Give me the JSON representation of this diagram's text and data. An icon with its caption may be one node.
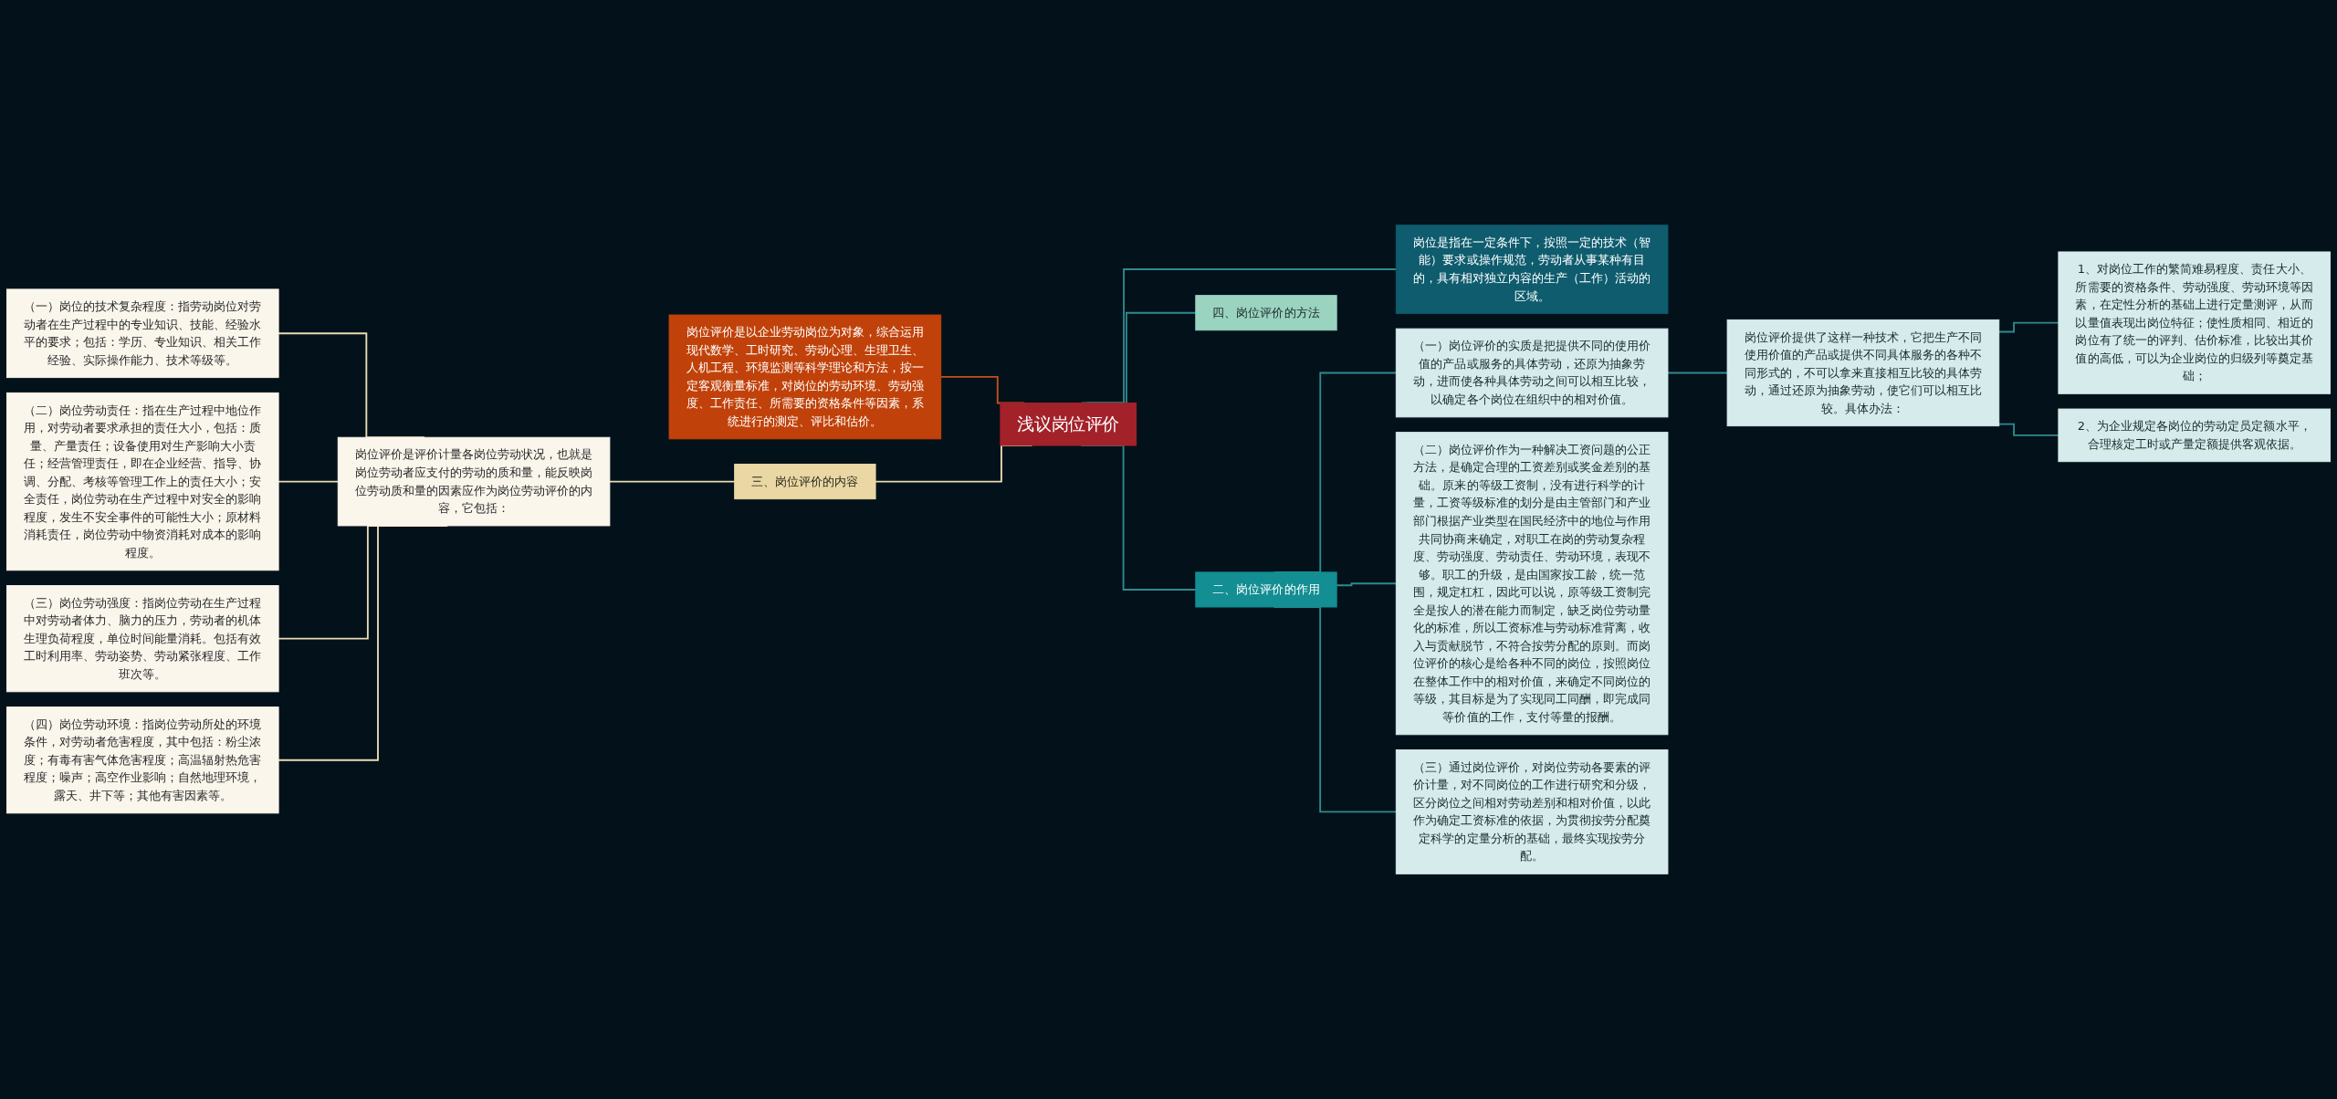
{
  "diagram": {
    "nodes": [
      {
        "text": [
          "浅议岗位评价"
        ]
      },
      {
        "text": [
          "岗位是指在一定条件下，按照一定的技术（智能）要求或操作规范，劳动者从事某种有目的，具有相对独立内容的生产（工作）活动的区域。"
        ]
      },
      {
        "text": [
          "二、岗位评价的作用"
        ]
      },
      {
        "text": [
          "（一）岗位评价的实质是把提供不同的使用价值的产品或服务的具体劳动，还原为抽象劳动，进而使各种具体劳动之间可以相互比较，以确定各个岗位在组织中的相对价值。"
        ]
      },
      {
        "text": [
          "岗位评价提供了这样一种技术，它把生产不同使用价值的产品或提供不同具体服务的各种不同形式的，不可以拿来直接相互比较的具体劳动，通过还原为抽象劳动，使它们可以相互比较。具体办法："
        ]
      },
      {
        "text": [
          "1、对岗位工作的繁简难易程度、责任大小、所需要的资格条件、劳动强度、劳动环境等因素，在定性分析的基础上进行定量测评，从而以量值表现出岗位特征；使性质相同、相近的岗位有了统一的评判、估价标准，比较出其价值的高低，可以为企业岗位的归级列等奠定基础；"
        ]
      },
      {
        "text": [
          "2、为企业规定各岗位的劳动定员定额水平，合理核定工时或产量定额提供客观依据。"
        ]
      },
      {
        "text": [
          "（二）岗位评价作为一种解决工资问题的公正方法，是确定合理的工资差别或奖金差别的基础。原来的等级工资制，没有进行科学的计量，工资等级标准的划分是由主管部门和产业部门根据产业类型在国民经济中的地位与作用共同协商来确定，对职工在岗的劳动复杂程度、劳动强度、劳动责任、劳动环境，表现不够。职工的升级，是由国家按工龄，统一范围，规定杠杠，因此可以说，原等级工资制完全是按人的潜在能力而制定，缺乏岗位劳动量化的标准，所以工资标准与劳动标准背离，收入与贡献脱节，不符合按劳分配的原则。而岗位评价的核心是给各种不同的岗位，按照岗位在整体工作中的相对价值，来确定不同岗位的等级，其目标是为了实现同工同酬，即完成同等价值的工作，支付等量的报酬。"
        ]
      },
      {
        "text": [
          "（三）通过岗位评价，对岗位劳动各要素的评价计量，对不同岗位的工作进行研究和分级，区分岗位之间相对劳动差别和相对价值，以此作为确定工资标准的依据，为贯彻按劳分配奠定科学的定量分析的基础，最终实现按劳分配。"
        ]
      },
      {
        "text": [
          "四、岗位评价的方法"
        ]
      },
      {
        "text": [
          "岗位评价是以企业劳动岗位为对象，综合运用现代数学、工时研究、劳动心理、生理卫生、人机工程、环境监测等科学理论和方法，按一定客观衡量标准，对岗位的劳动环境、劳动强度、工作责任、所需要的资格条件等因素，系统进行的测定、评比和估价。"
        ]
      },
      {
        "text": [
          "三、岗位评价的内容"
        ]
      },
      {
        "text": [
          "岗位评价是评价计量各岗位劳动状况，也就是岗位劳动者应支付的劳动的质和量，能反映岗位劳动质和量的因素应作为岗位劳动评价的内容，它包括："
        ]
      },
      {
        "text": [
          "（一）岗位的技术复杂程度：指劳动岗位对劳动者在生产过程中的专业知识、技能、经验水平的要求；包括：学历、专业知识、相关工作经验、实际操作能力、技术等级等。"
        ]
      },
      {
        "text": [
          "（二）岗位劳动责任：指在生产过程中地位作用，对劳动者要求承担的责任大小，包括：质量、产量责任；设备使用对生产影响大小责任；经营管理责任，即在企业经营、指导、协调、分配、考核等管理工作上的责任大小；安全责任，岗位劳动在生产过程中对安全的影响程度，发生不安全事件的可能性大小；原材料消耗责任，岗位劳动中物资消耗对成本的影响程度。"
        ]
      },
      {
        "text": [
          "（三）岗位劳动强度：指岗位劳动在生产过程中对劳动者体力、脑力的压力，劳动者的机体生理负荷程度，单位时间能量消耗。包括有效工时利用率、劳动姿势、劳动紧张程度、工作班次等。"
        ]
      },
      {
        "text": [
          "（四）岗位劳动环境：指岗位劳动所处的环境条件，对劳动者危害程度，其中包括：粉尘浓度；有毒有害气体危害程度；高温辐射热危害程度；噪声；高空作业影响；自然地理环境，露天、井下等；其他有害因素等。"
        ]
      }
    ],
    "edges": [
      {
        "from": 0,
        "to": 1,
        "arrow": "none"
      },
      {
        "from": 0,
        "to": 2,
        "arrow": "none"
      },
      {
        "from": 2,
        "to": 3,
        "arrow": "none"
      },
      {
        "from": 3,
        "to": 4,
        "arrow": "none"
      },
      {
        "from": 4,
        "to": 5,
        "arrow": "none"
      },
      {
        "from": 4,
        "to": 6,
        "arrow": "none"
      },
      {
        "from": 2,
        "to": 7,
        "arrow": "none"
      },
      {
        "from": 2,
        "to": 8,
        "arrow": "none"
      },
      {
        "from": 0,
        "to": 9,
        "arrow": "none"
      },
      {
        "from": 0,
        "to": 10,
        "arrow": "none",
        "color": "#c4501c"
      },
      {
        "from": 0,
        "to": 11,
        "arrow": "none",
        "color": "#eadcb4"
      },
      {
        "from": 11,
        "to": 12,
        "arrow": "none",
        "color": "#eadcb4"
      },
      {
        "from": 12,
        "to": 13,
        "arrow": "none",
        "color": "#eadcb4"
      },
      {
        "from": 12,
        "to": 14,
        "arrow": "none",
        "color": "#eadcb4"
      },
      {
        "from": 12,
        "to": 15,
        "arrow": "none",
        "color": "#eadcb4"
      },
      {
        "from": 12,
        "to": 16,
        "arrow": "none",
        "color": "#eadcb4"
      }
    ]
  }
}
